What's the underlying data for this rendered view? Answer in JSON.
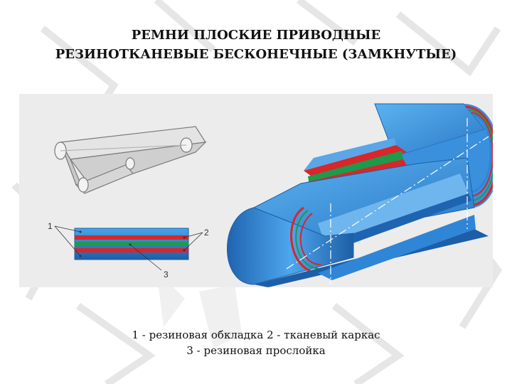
{
  "slide": {
    "title_line1": "РЕМНИ ПЛОСКИЕ ПРИВОДНЫЕ",
    "title_line2": "РЕЗИНОТКАНЕВЫЕ БЕСКОНЕЧНЫЕ (ЗАМКНУТЫЕ)",
    "caption_line1": "1 - резиновая обкладка 2 - тканевый каркас",
    "caption_line2": "3 - резиновая прослойка"
  },
  "diagram": {
    "labels": {
      "cover": "1",
      "frame": "2",
      "interlayer": "3"
    },
    "colors": {
      "belt_blue": "#2f86d6",
      "belt_blue_dark": "#1c5fa8",
      "fabric_red": "#d8262a",
      "interlayer_green": "#1e9a4a",
      "panel_bg": "#ececec"
    }
  }
}
